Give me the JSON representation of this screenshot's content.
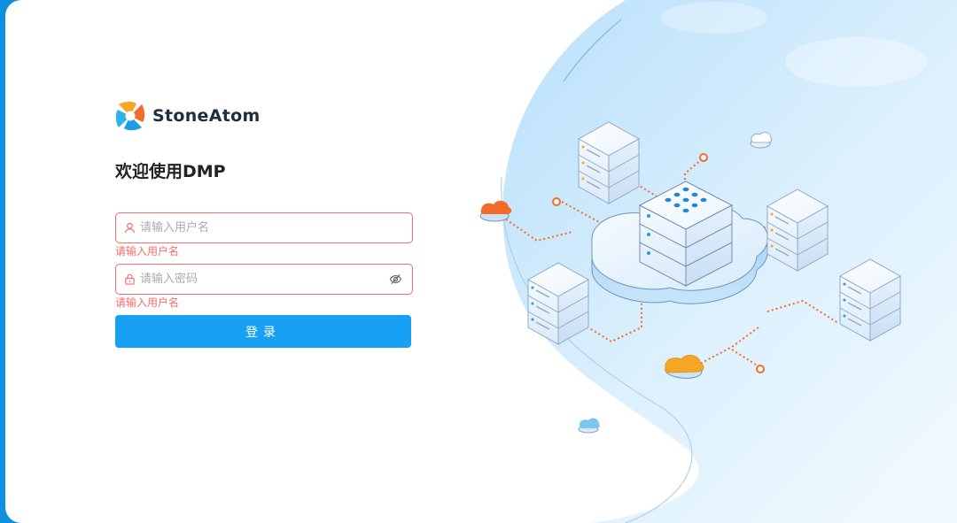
{
  "brand": {
    "name": "StoneAtom",
    "logo_icon": "pinwheel-logo-icon",
    "logo_colors": [
      "#f5a623",
      "#f26b2a",
      "#1e9be6",
      "#2bb3f0"
    ]
  },
  "login": {
    "title": "欢迎使用DMP",
    "username": {
      "placeholder": "请输入用户名",
      "value": "",
      "icon": "user-icon",
      "error": "请输入用户名"
    },
    "password": {
      "placeholder": "请输入密码",
      "value": "",
      "icon": "lock-icon",
      "toggle_icon": "eye-slash-icon",
      "error": "请输入用户名"
    },
    "submit_label": "登录"
  },
  "theme": {
    "accent": "#18a0f5",
    "error": "#f56c6c",
    "frame": "#0e8fe0",
    "connector": "#f26b2a"
  },
  "illustration": {
    "subject": "isometric-server-network",
    "icons": [
      "server-stack-icon",
      "cloud-icon"
    ]
  }
}
